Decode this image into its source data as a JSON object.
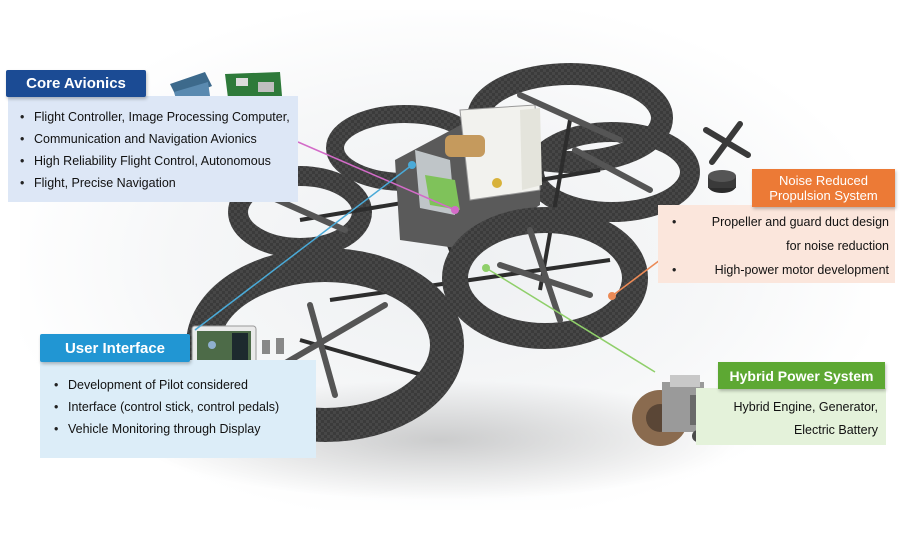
{
  "core_avionics": {
    "title": "Core Avionics",
    "items": [
      "Flight Controller, Image Processing Computer,",
      "Communication and Navigation Avionics",
      "High Reliability Flight Control, Autonomous",
      "Flight, Precise Navigation"
    ]
  },
  "user_interface": {
    "title": "User Interface",
    "items": [
      "Development of Pilot considered",
      "Interface (control stick, control pedals)",
      "Vehicle Monitoring through Display"
    ]
  },
  "noise_reduced": {
    "title_line1": "Noise Reduced",
    "title_line2": "Propulsion System",
    "items": [
      "Propeller and guard duct design",
      "for noise reduction",
      "High-power motor development"
    ]
  },
  "hybrid_power": {
    "title": "Hybrid Power System",
    "lines": [
      "Hybrid Engine, Generator,",
      "Electric Battery"
    ]
  },
  "colors": {
    "avionics": "#1b4b94",
    "user_interface": "#2196d3",
    "noise": "#ec7a36",
    "hybrid": "#5da833",
    "carbon": "#3a3a3a"
  }
}
